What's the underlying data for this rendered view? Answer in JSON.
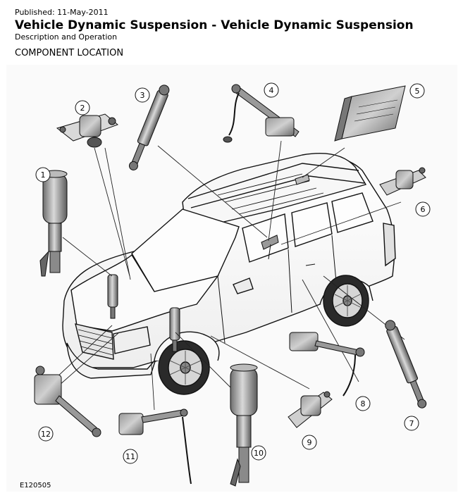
{
  "header": {
    "published": "Published: 11-May-2011",
    "title": "Vehicle Dynamic Suspension - Vehicle Dynamic Suspension",
    "subtitle": "Description and Operation"
  },
  "section_heading": "COMPONENT LOCATION",
  "figure_id": "E120505",
  "callouts": [
    {
      "number": "1",
      "component": "front-air-spring-damper"
    },
    {
      "number": "2",
      "component": "front-height-sensor-bracket"
    },
    {
      "number": "3",
      "component": "rear-damper"
    },
    {
      "number": "4",
      "component": "rear-height-sensor"
    },
    {
      "number": "5",
      "component": "control-module"
    },
    {
      "number": "6",
      "component": "rear-accelerometer"
    },
    {
      "number": "7",
      "component": "rear-damper"
    },
    {
      "number": "8",
      "component": "rear-height-sensor"
    },
    {
      "number": "9",
      "component": "accelerometer"
    },
    {
      "number": "10",
      "component": "front-air-spring-damper"
    },
    {
      "number": "11",
      "component": "front-height-sensor"
    },
    {
      "number": "12",
      "component": "front-height-sensor"
    }
  ]
}
